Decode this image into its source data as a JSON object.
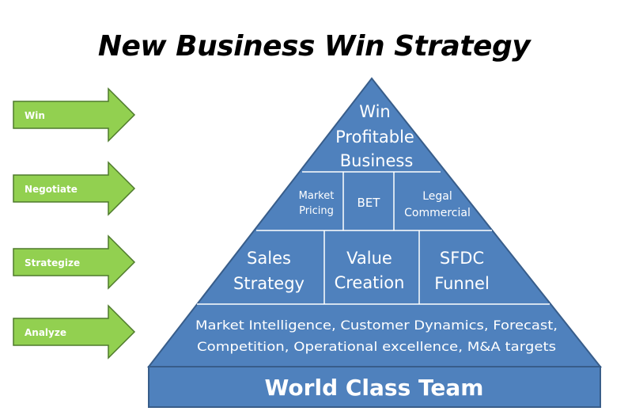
{
  "title": "New Business Win Strategy",
  "colors": {
    "pyramid_fill": "#4f81bd",
    "pyramid_stroke": "#385d8a",
    "divider": "#ffffff",
    "arrow_fill": "#92d050",
    "arrow_stroke": "#4e7a2c",
    "text": "#ffffff"
  },
  "arrows": [
    {
      "label": "Win"
    },
    {
      "label": "Negotiate"
    },
    {
      "label": "Strategize"
    },
    {
      "label": "Analyze"
    }
  ],
  "pyramid": {
    "apex": {
      "lines": [
        "Win",
        "Profitable",
        "Business"
      ]
    },
    "tier2": [
      {
        "lines": [
          "Market",
          "Pricing"
        ]
      },
      {
        "lines": [
          "BET"
        ]
      },
      {
        "lines": [
          "Legal",
          "Commercial"
        ]
      }
    ],
    "tier3": [
      {
        "lines": [
          "Sales",
          "Strategy"
        ]
      },
      {
        "lines": [
          "Value",
          "Creation"
        ]
      },
      {
        "lines": [
          "SFDC",
          "Funnel"
        ]
      }
    ],
    "base": {
      "lines": [
        "Market Intelligence, Customer Dynamics, Forecast,",
        "Competition, Operational excellence, M&A targets"
      ]
    }
  },
  "foundation": {
    "label": "World Class Team"
  }
}
